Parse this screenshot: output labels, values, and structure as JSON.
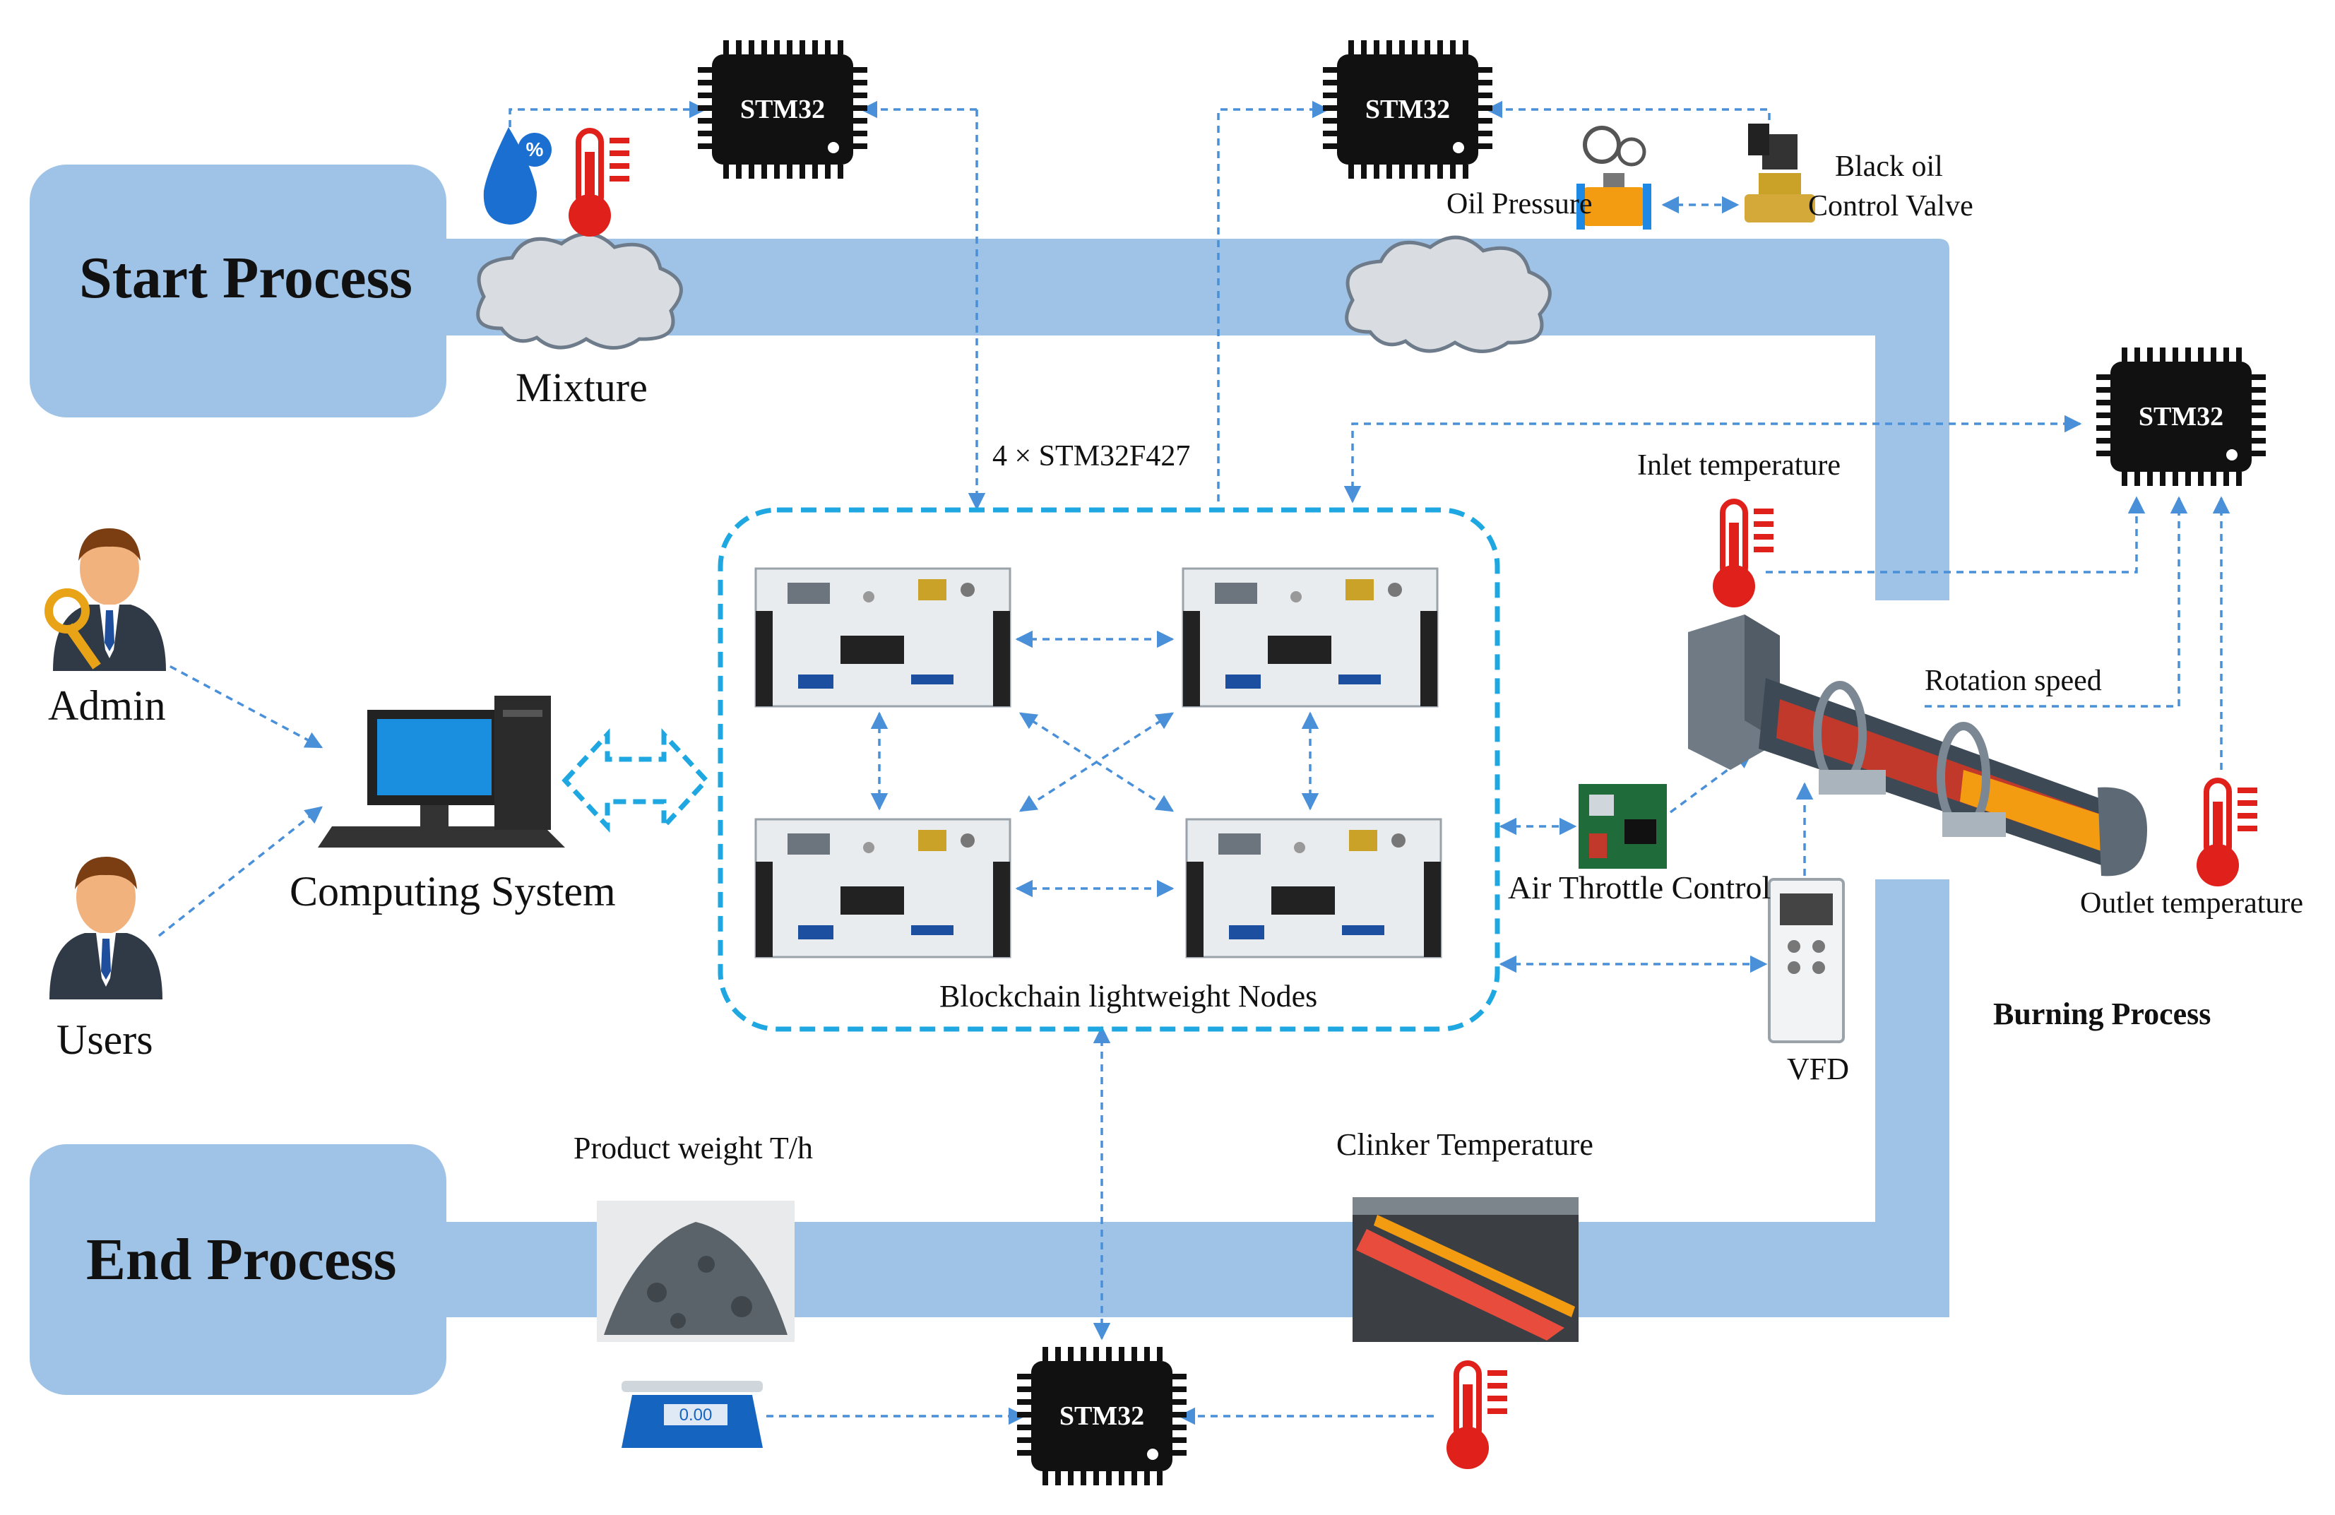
{
  "processes": {
    "start": "Start Process",
    "end": "End Process",
    "burning": "Burning Process"
  },
  "chip_label": "STM32",
  "labels": {
    "mixture": "Mixture",
    "nodes_count": "4 × STM32F427",
    "oil_pressure": "Oil Pressure",
    "black_oil_valve_line1": "Black oil",
    "black_oil_valve_line2": "Control Valve",
    "inlet_temperature": "Inlet temperature",
    "rotation_speed": "Rotation speed",
    "outlet_temperature": "Outlet temperature",
    "air_throttle": "Air Throttle Control",
    "vfd": "VFD",
    "blockchain_nodes": "Blockchain lightweight Nodes",
    "computing_system": "Computing System",
    "admin": "Admin",
    "users": "Users",
    "product_weight": "Product weight T/h",
    "clinker_temperature": "Clinker Temperature",
    "humidity_symbol": "%",
    "scale_reading": "0.00"
  },
  "colors": {
    "pipe": "#9fc3e7",
    "arrow": "#4a90d9",
    "node_border": "#1ea7e1",
    "thermometer": "#e0201b",
    "chip": "#111111"
  }
}
